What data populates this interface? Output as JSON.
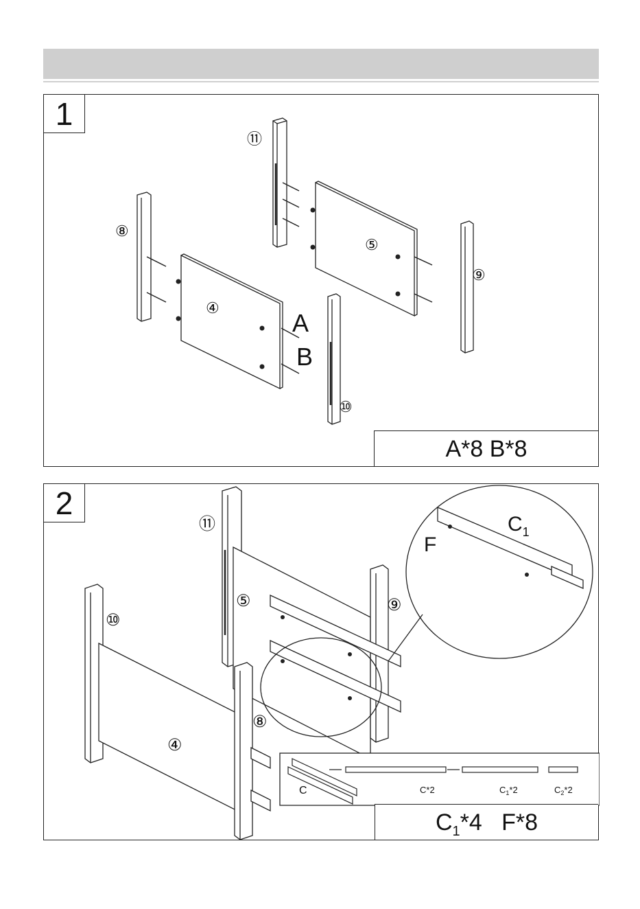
{
  "step1": {
    "number": "1",
    "parts": {
      "p4": "④",
      "p5": "⑤",
      "p8": "⑧",
      "p9": "⑨",
      "p10": "⑩",
      "p11": "⑪"
    },
    "hardware_a": "A",
    "hardware_b": "B",
    "quantity": "A*8 B*8"
  },
  "step2": {
    "number": "2",
    "parts": {
      "p4": "④",
      "p5": "⑤",
      "p8": "⑧",
      "p9": "⑨",
      "p10": "⑩",
      "p11": "⑪"
    },
    "detail_c1": "C",
    "detail_c1_sub": "1",
    "detail_f": "F",
    "rail_c": "C",
    "rail_c_qty": "C*2",
    "rail_c1_qty": "C",
    "rail_c1_sub": "1",
    "rail_c1_tail": "*2",
    "rail_c2_qty": "C",
    "rail_c2_sub": "2",
    "rail_c2_tail": "*2",
    "quantity_c": "C",
    "quantity_c_sub": "1",
    "quantity_c_tail": "*4",
    "quantity_f": "F*8"
  }
}
